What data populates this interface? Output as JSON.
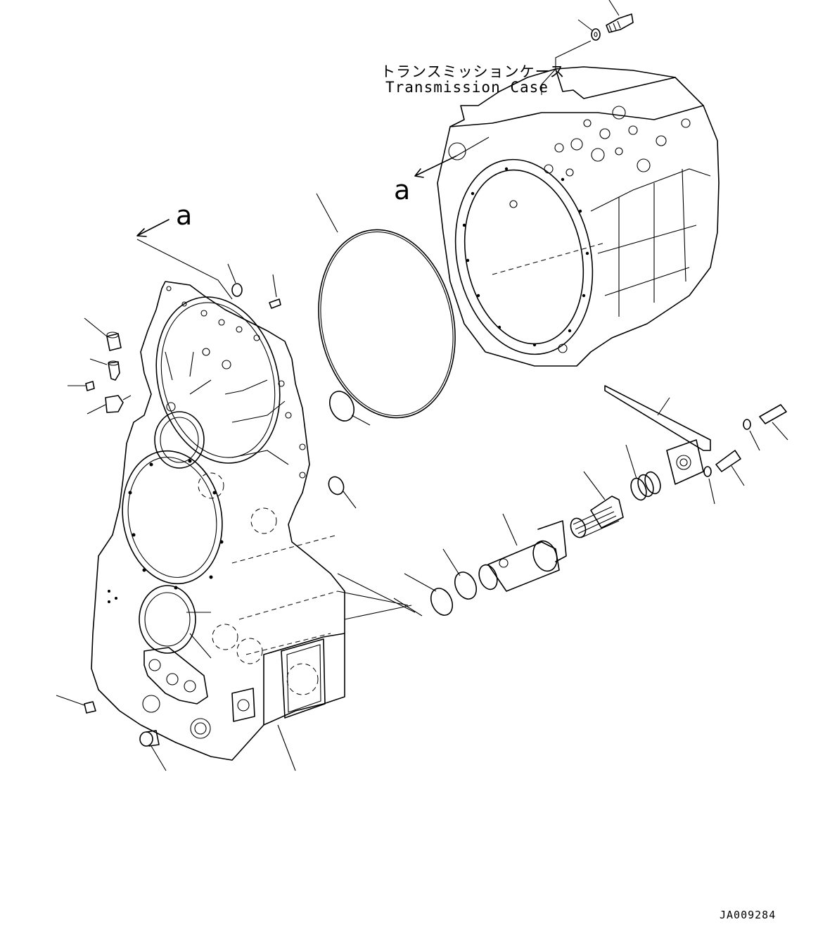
{
  "labels": {
    "case_name_jp": "トランスミッションケース",
    "case_name_en": "Transmission Case",
    "view_marker_upper": "a",
    "view_marker_left": "a",
    "drawing_code": "JA009284"
  }
}
